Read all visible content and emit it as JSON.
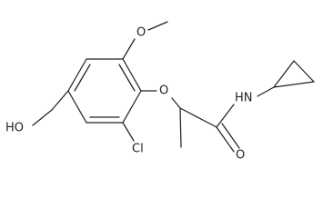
{
  "atoms": {
    "methoxy_o": "O",
    "ether_o": "O",
    "hydroxyl": "HO",
    "chlorine": "Cl",
    "amide_nh": "HN",
    "carbonyl_o": "O"
  }
}
